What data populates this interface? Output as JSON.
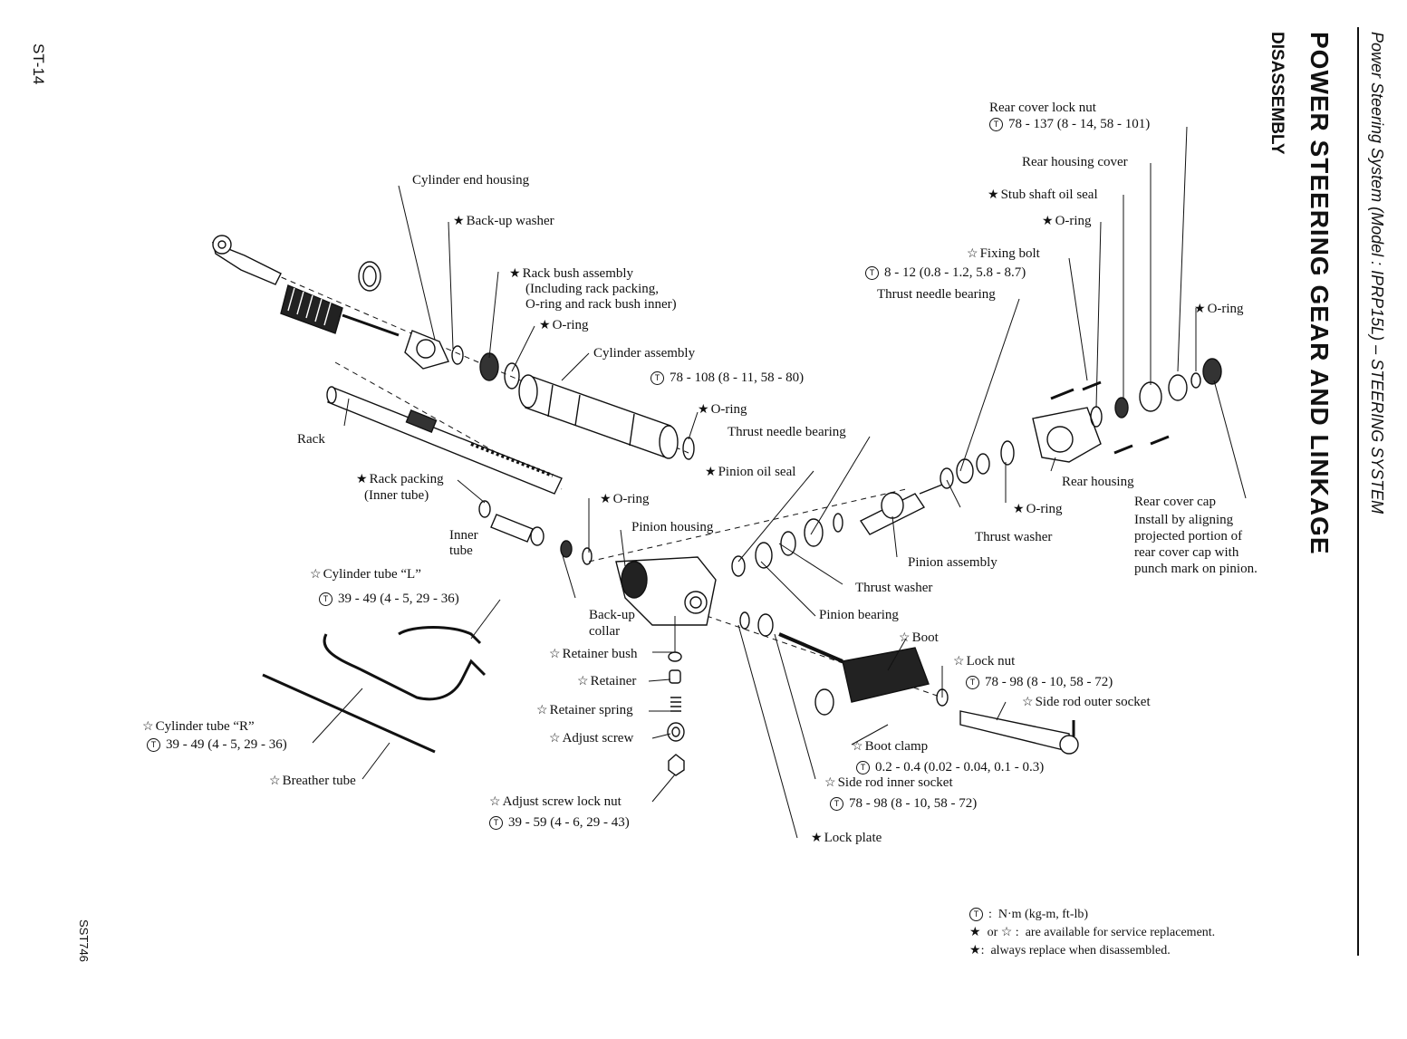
{
  "page": {
    "number": "ST-14",
    "figure_code": "SST746",
    "running_head": "Power Steering System (Model : IPRP15L) – STEERING SYSTEM",
    "title": "POWER STEERING GEAR AND LINKAGE",
    "subtitle": "DISASSEMBLY"
  },
  "labels": {
    "rear_cover_lock_nut": "Rear cover lock nut",
    "rear_cover_lock_nut_torque": "78 - 137 (8 - 14, 58 - 101)",
    "rear_housing_cover": "Rear housing cover",
    "stub_shaft_oil_seal": "Stub shaft oil seal",
    "o_ring_top": "O-ring",
    "fixing_bolt": "Fixing bolt",
    "fixing_bolt_torque": "8 - 12 (0.8 - 1.2, 5.8 - 8.7)",
    "thrust_needle_bearing_top": "Thrust needle bearing",
    "o_ring_right": "O-ring",
    "cylinder_end_housing": "Cylinder end housing",
    "back_up_washer": "Back-up washer",
    "rack_bush_assembly": "Rack bush assembly",
    "rack_bush_assembly_note_1": "(Including rack packing,",
    "rack_bush_assembly_note_2": "O-ring and rack bush inner)",
    "o_ring_rack": "O-ring",
    "cylinder_assembly": "Cylinder assembly",
    "cylinder_assembly_torque": "78 - 108 (8 - 11, 58 - 80)",
    "o_ring_cylinder": "O-ring",
    "thrust_needle_bearing_mid": "Thrust needle bearing",
    "rack": "Rack",
    "pinion_oil_seal": "Pinion oil seal",
    "rack_packing": "Rack packing",
    "inner_tube_paren": "(Inner tube)",
    "o_ring_pinion_housing": "O-ring",
    "pinion_housing": "Pinion housing",
    "inner_tube_1": "Inner",
    "inner_tube_2": "tube",
    "cylinder_tube_l": "Cylinder tube “L”",
    "cylinder_tube_l_torque": "39 - 49 (4 - 5, 29 - 36)",
    "back_up_collar_1": "Back-up",
    "back_up_collar_2": "collar",
    "retainer_bush": "Retainer bush",
    "retainer": "Retainer",
    "retainer_spring": "Retainer spring",
    "adjust_screw": "Adjust screw",
    "adjust_screw_lock_nut": "Adjust screw lock nut",
    "adjust_screw_lock_nut_torque": "39 - 59 (4 - 6, 29 - 43)",
    "cylinder_tube_r": "Cylinder tube “R”",
    "cylinder_tube_r_torque": "39 - 49 (4 - 5, 29 - 36)",
    "breather_tube": "Breather tube",
    "rear_housing": "Rear housing",
    "o_ring_rear_housing": "O-ring",
    "thrust_washer_upper": "Thrust washer",
    "pinion_assembly": "Pinion assembly",
    "thrust_washer_lower": "Thrust washer",
    "pinion_bearing": "Pinion bearing",
    "boot": "Boot",
    "lock_nut": "Lock nut",
    "lock_nut_torque": "78 - 98 (8 - 10, 58 - 72)",
    "side_rod_outer_socket": "Side rod outer socket",
    "boot_clamp": "Boot clamp",
    "boot_clamp_torque": "0.2 - 0.4 (0.02 - 0.04, 0.1 - 0.3)",
    "side_rod_inner_socket": "Side rod inner socket",
    "side_rod_inner_socket_torque": "78 - 98 (8 - 10, 58 - 72)",
    "lock_plate": "Lock plate",
    "rear_cover_cap": "Rear cover cap",
    "rear_cover_cap_note_1": "Install by aligning",
    "rear_cover_cap_note_2": "projected portion of",
    "rear_cover_cap_note_3": "rear cover cap with",
    "rear_cover_cap_note_4": "punch mark on pinion."
  },
  "legend": {
    "torque_symbol": "T",
    "filled_star": "★",
    "hollow_star": "☆",
    "units": "N·m (kg-m, ft-lb)",
    "or_text": "or",
    "available_text": "are available for service replacement.",
    "replace_text": "always replace when disassembled."
  }
}
